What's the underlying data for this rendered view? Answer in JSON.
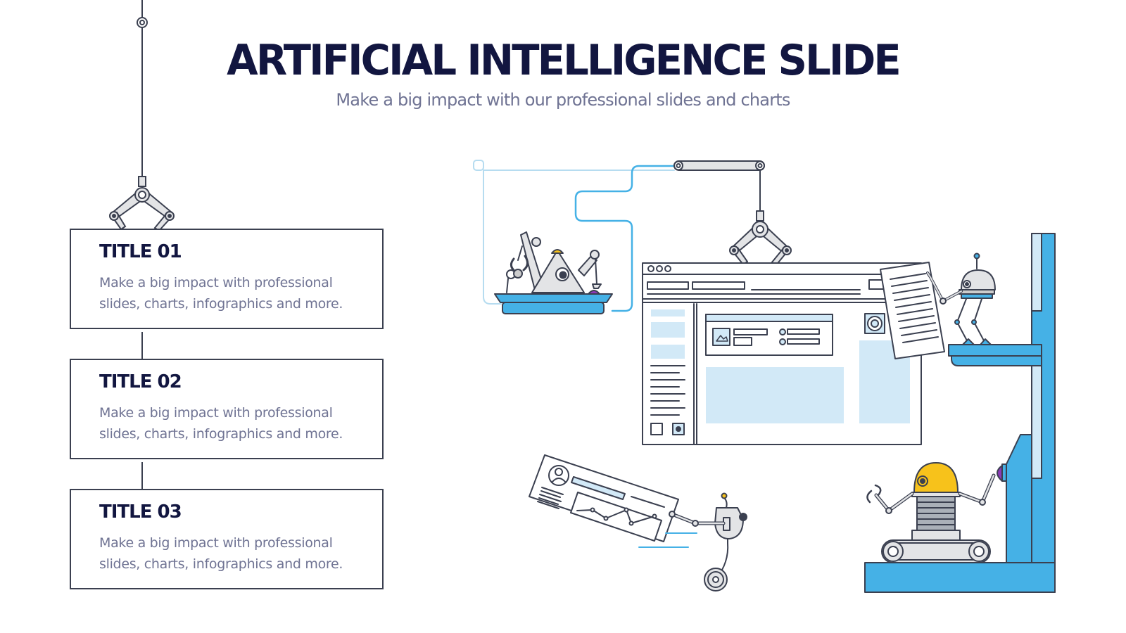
{
  "slide": {
    "title": "ARTIFICIAL INTELLIGENCE SLIDE",
    "subtitle": "Make a big impact with our professional slides and charts"
  },
  "cards": [
    {
      "title": "TITLE 01",
      "text": "Make a big impact with professional slides, charts, infographics and more."
    },
    {
      "title": "TITLE 02",
      "text": "Make a big impact with professional slides, charts, infographics and more."
    },
    {
      "title": "TITLE 03",
      "text": "Make a big impact with professional slides, charts, infographics and more."
    }
  ],
  "colors": {
    "title": "#121640",
    "subtitle": "#6f7393",
    "outline": "#3b4050",
    "blue": "#45b1e6",
    "light_blue": "#d2e9f7",
    "yellow": "#f7c21b",
    "purple": "#8b39b8",
    "gray": "#e3e4e6"
  },
  "illustration": {
    "icons": [
      "robotic-claw-icon",
      "robot-boat-icon",
      "browser-window-icon",
      "document-icon",
      "walking-robot-icon",
      "yellow-robot-icon",
      "chart-card-icon",
      "small-robot-icon"
    ]
  }
}
